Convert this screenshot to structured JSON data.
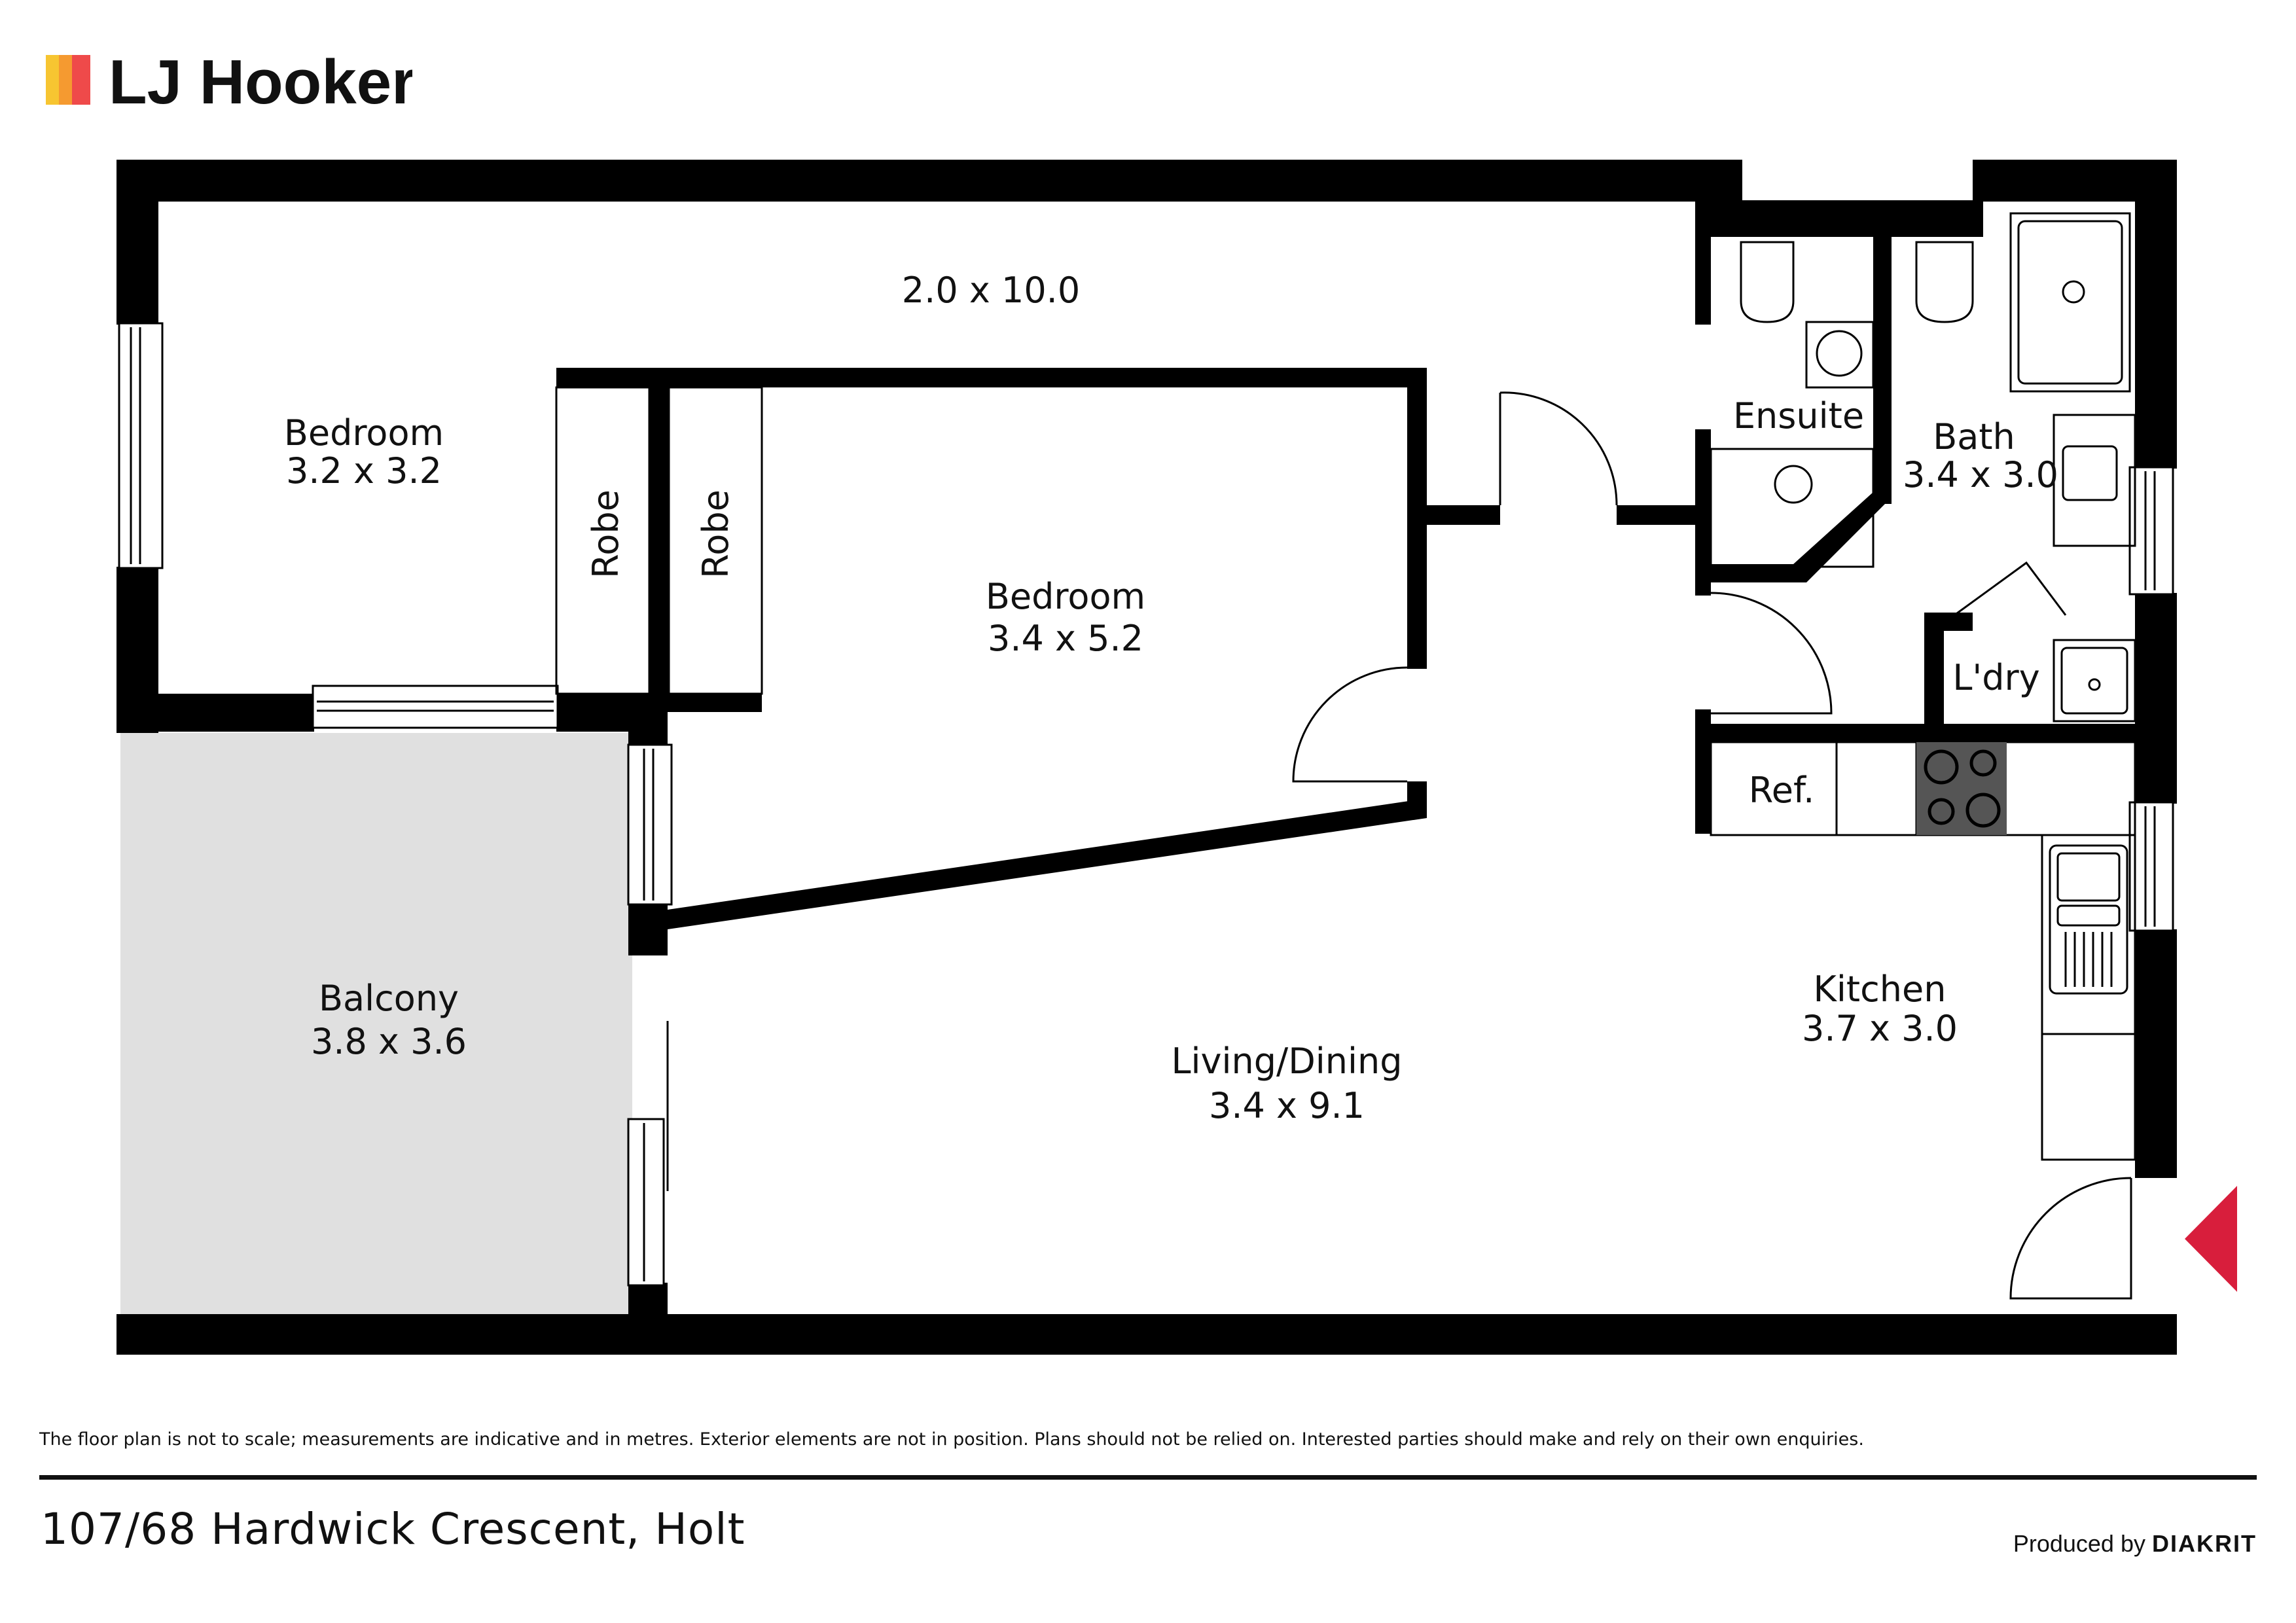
{
  "brand": {
    "name": "LJ Hooker",
    "colors": [
      "#f7c531",
      "#f59a30",
      "#ef4a4a"
    ]
  },
  "rooms": {
    "hall": {
      "dims": "2.0 x 10.0"
    },
    "bedroom1": {
      "name": "Bedroom",
      "dims": "3.2 x 3.2"
    },
    "robe1": {
      "name": "Robe"
    },
    "robe2": {
      "name": "Robe"
    },
    "bedroom2": {
      "name": "Bedroom",
      "dims": "3.4 x 5.2"
    },
    "ensuite": {
      "name": "Ensuite"
    },
    "bath": {
      "name": "Bath",
      "dims": "3.4 x 3.0"
    },
    "laundry": {
      "name": "L'dry"
    },
    "fridge": {
      "name": "Ref."
    },
    "kitchen": {
      "name": "Kitchen",
      "dims": "3.7 x 3.0"
    },
    "balcony": {
      "name": "Balcony",
      "dims": "3.8 x 3.6"
    },
    "living": {
      "name": "Living/Dining",
      "dims": "3.4 x 9.1"
    }
  },
  "colors": {
    "wall": "#000000",
    "balcony_fill": "#e0e0e0",
    "entry_marker": "#d81e3c",
    "cooktop": "#555555"
  },
  "footer": {
    "disclaimer": "The floor plan is not to scale; measurements are indicative and in metres. Exterior elements are not in position. Plans should not be relied on. Interested parties should make and rely on their own enquiries.",
    "address": "107/68 Hardwick Crescent, Holt",
    "produced_by_label": "Produced by",
    "produced_by_brand": "DIAKRIT"
  }
}
